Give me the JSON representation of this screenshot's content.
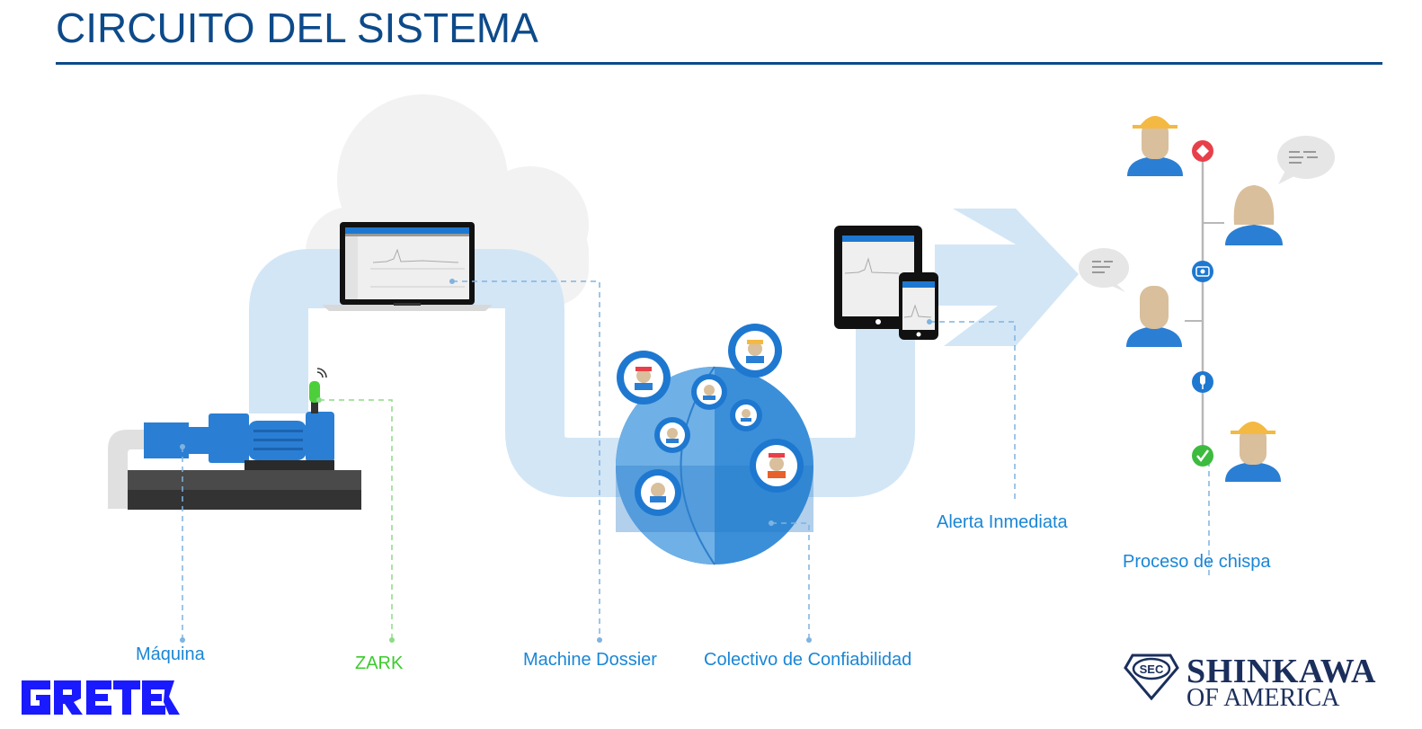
{
  "title": "CIRCUITO DEL SISTEMA",
  "colors": {
    "title": "#0d4a8a",
    "label_blue": "#1a86d6",
    "label_green": "#3ccb2c",
    "pipe": "#d3e6f6",
    "cloud": "#f2f2f2",
    "machine_blue": "#2a7fd4",
    "base_dark": "#3a3a3a",
    "sensor_green": "#4ccf3a",
    "alert_red": "#e8404a",
    "check_green": "#3dbb3f",
    "gretek_blue": "#1a1aff",
    "shinkawa_navy": "#1b2f5c"
  },
  "labels": {
    "machine": "Máquina",
    "zark": "ZARK",
    "dossier": "Machine Dossier",
    "collective": "Colectivo de Confiabilidad",
    "alert": "Alerta Inmediata",
    "spark": "Proceso de chispa"
  },
  "logos": {
    "gretek": "GRETEK",
    "shinkawa_badge": "SEC",
    "shinkawa_main": "SHINKAWA",
    "shinkawa_sub": "OF AMERICA"
  },
  "icons": {
    "cloud": "cloud-icon",
    "laptop": "laptop-icon",
    "machine": "pump-machine-icon",
    "sensor": "wireless-sensor-icon",
    "globe": "globe-icon",
    "tablet": "tablet-icon",
    "phone": "phone-icon",
    "arrow": "right-arrow-icon",
    "timeline_steps": [
      "alert-icon",
      "camera-icon",
      "microphone-icon",
      "check-icon"
    ]
  }
}
